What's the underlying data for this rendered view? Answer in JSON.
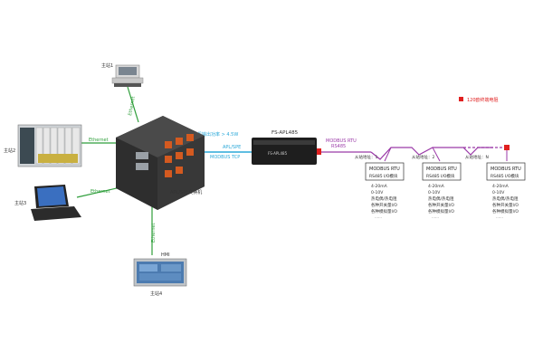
{
  "legend": {
    "text": "120欧终端电阻",
    "color": "#e02020"
  },
  "stations": {
    "s1": "主站1",
    "s2": "主站2",
    "s3": "主站3",
    "s4": "主站4"
  },
  "links": {
    "eth_top": "Ethernet",
    "eth_left1": "Ethernet",
    "eth_left2": "Ethernet",
    "eth_bottom": "Ethernet",
    "power": "交换机输出功率 > 4.5W",
    "apl_spe": "APL/SPE",
    "modbus_tcp": "MODBUS TCP",
    "modbus_rtu": "MODBUS RTU",
    "rs485": "RS485"
  },
  "switch": {
    "label": "APL/SPE交换机"
  },
  "hmi": {
    "label": "HMI"
  },
  "converter": {
    "title": "FS-APL485",
    "body": "FS-APL485"
  },
  "slaves": [
    {
      "addr": "从站地址：1",
      "box1": "MODBUS RTU",
      "box2": "RS485 I/O模块",
      "io": [
        "4-20mA",
        "0-10V",
        "热电偶/热电阻",
        "各种开关量I/O",
        "各种模拟量I/O"
      ],
      "more": "……"
    },
    {
      "addr": "从站地址：2",
      "box1": "MODBUS RTU",
      "box2": "RS485 I/O模块",
      "io": [
        "4-20mA",
        "0-10V",
        "热电偶/热电阻",
        "各种开关量I/O",
        "各种模拟量I/O"
      ],
      "more": "……"
    },
    {
      "addr": "从站地址：N",
      "box1": "MODBUS RTU",
      "box2": "RS485 I/O模块",
      "io": [
        "4-20mA",
        "0-10V",
        "热电偶/热电阻",
        "各种开关量I/O",
        "各种模拟量I/O"
      ],
      "more": "……"
    }
  ],
  "colors": {
    "ethernet": "#2e9e3a",
    "apl": "#2aa8d8",
    "rs485": "#9b3aa8",
    "terminator": "#e02020"
  }
}
